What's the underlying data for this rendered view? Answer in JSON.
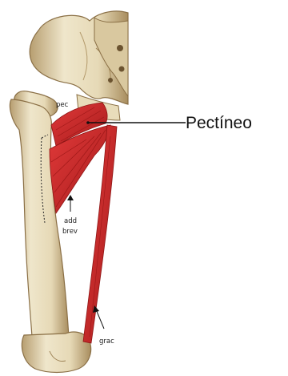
{
  "labels": {
    "pectineo": "Pectíneo",
    "pec": "pec",
    "add": "add",
    "brev": "brev",
    "grac": "grac"
  },
  "colors": {
    "background": "#ffffff",
    "bone_light": "#eee3c4",
    "bone_shade": "#c9b48a",
    "bone_dark": "#8a6f45",
    "muscle": "#d42a2a",
    "muscle_dark": "#8f1515",
    "leader_line": "#111111"
  }
}
